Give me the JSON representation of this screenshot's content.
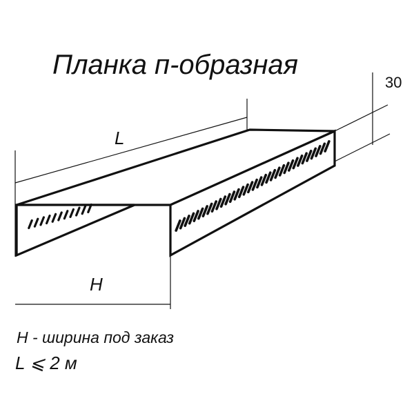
{
  "title": "Планка п-образная",
  "dimensions": {
    "length_label": "L",
    "width_label": "H",
    "height_label": "30"
  },
  "notes": {
    "width_note": "H - ширина под заказ",
    "length_note": "L ⩽ 2 м"
  },
  "colors": {
    "ink": "#111111",
    "background": "#ffffff"
  }
}
